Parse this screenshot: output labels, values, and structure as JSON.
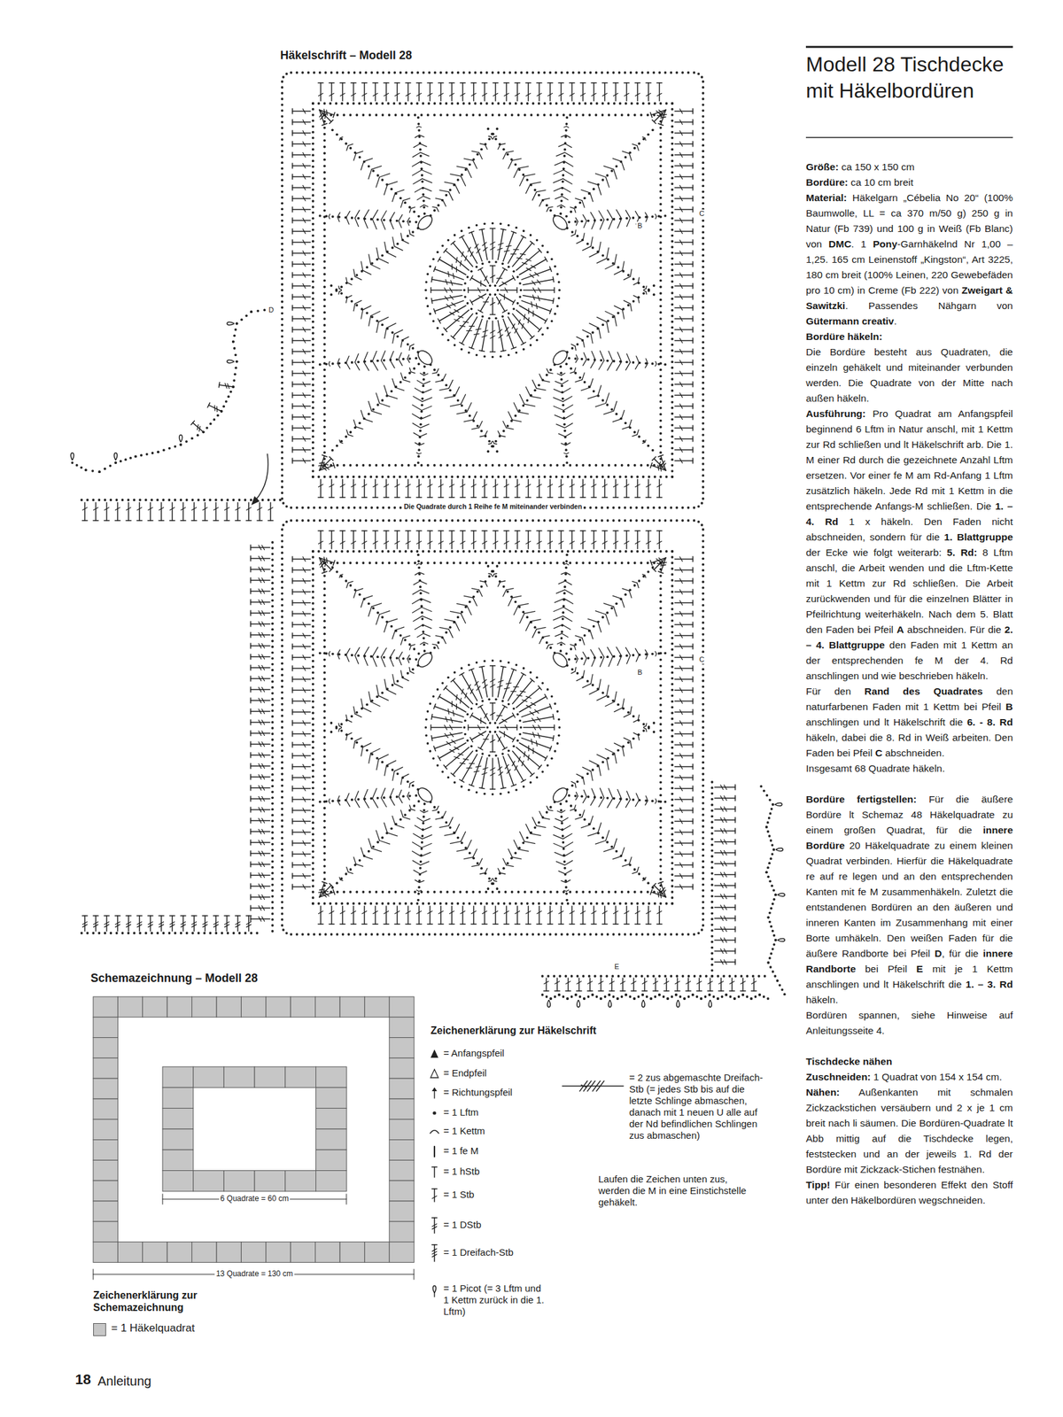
{
  "diagram": {
    "title": "Modell 28 Tischdecke mit Häkelbordüren",
    "labels": [
      "Häkelschrift – Modell 28",
      "Die Quadrate durch 1 Reihe fe M miteinander verbinden",
      "C",
      "B",
      "C",
      "B",
      "D",
      "E",
      "Schemazeichnung – Modell 28",
      "6 Quadrate = 60 cm",
      "13 Quadrate = 130 cm",
      "Zeichenerklärung zur Schemazeichnung",
      "Zeichenerklärung zur Häkelschrift",
      "Laufen die Zeichen unten zus, werden die M in eine Einstichstelle gehäkelt.",
      "18",
      "Anleitung",
      "Größe:",
      "ca 150 x 150 cm",
      "Bordüre:",
      "ca 10 cm breit",
      "Material:",
      "Häkelgarn „Cébelia No 20“ (100% Baumwolle, LL = ca 370 m/50 g) 250 g in Natur (Fb 739) und 100 g in Weiß (Fb Blanc) von",
      "DMC",
      ". 1",
      "Pony",
      "-Garnhäkelnd Nr 1,00 – 1,25. 165 cm Leinenstoff „Kingston“, Art 3225, 180 cm breit (100% Leinen, 220 Gewebefäden pro 10 cm) in Creme (Fb 222) von",
      "Zweigart & Sawitzki",
      ". Passendes Nähgarn von",
      "Gütermann creativ",
      ".",
      "Bordüre häkeln:",
      "Die Bordüre besteht aus Quadraten, die einzeln gehäkelt und miteinander verbunden werden. Die Quadrate von der Mitte nach außen häkeln.",
      "Ausführung:",
      "Pro Quadrat am Anfangspfeil beginnend 6 Lftm in Natur anschl, mit 1 Kettm zur Rd schließen und lt Häkelschrift arb. Die 1. M einer Rd durch die gezeichnete Anzahl Lftm ersetzen. Vor einer fe M am Rd-Anfang 1 Lftm zusätzlich häkeln. Jede Rd mit 1 Kettm in die entsprechende Anfangs-M schließen. Die",
      "1. – 4. Rd",
      "1 x häkeln. Den Faden nicht abschneiden, sondern für die",
      "1. Blattgruppe",
      "der Ecke wie folgt weiterarb:",
      "5. Rd:",
      "8 Lftm anschl, die Arbeit wenden und die Lftm-Kette mit 1 Kettm zur Rd schließen. Die Arbeit zurückwenden und für die einzelnen Blätter in Pfeilrichtung weiterhäkeln. Nach dem 5. Blatt den Faden bei Pfeil",
      "A",
      "abschneiden. Für die",
      "2. – 4. Blattgruppe",
      "den Faden mit 1 Kettm an der entsprechenden fe M der 4. Rd anschlingen und wie beschrieben häkeln.",
      "Für den",
      "Rand des Quadrates",
      "den naturfarbenen Faden mit 1 Kettm bei Pfeil",
      "B",
      "anschlingen und lt Häkelschrift die",
      "6. - 8. Rd",
      "häkeln, dabei die 8. Rd in Weiß arbeiten. Den Faden bei Pfeil",
      "C",
      "abschneiden.",
      "Insgesamt 68 Quadrate häkeln.",
      "Bordüre fertigstellen:",
      "Für die äußere Bordüre lt Schemaz 48 Häkelquadrate zu einem großen Quadrat, für die",
      "innere Bordüre",
      "20 Häkelquadrate zu einem kleinen Quadrat verbinden. Hierfür die Häkelquadrate re auf re legen und an den entsprechenden Kanten mit fe M zusammenhäkeln. Zuletzt die entstandenen Bordüren an den äußeren und inneren Kanten im Zusammenhang mit einer Borte umhäkeln. Den weißen Faden für die äußere Randborte bei Pfeil",
      "D",
      ", für die",
      "innere Randborte",
      "bei Pfeil",
      "E",
      "mit je 1 Kettm anschlingen und lt Häkelschrift die",
      "1. – 3. Rd",
      "häkeln.",
      "Bordüren spannen, siehe Hinweise auf Anleitungsseite 4.",
      "Tischdecke nähen",
      "Zuschneiden:",
      "1 Quadrat von 154 x 154 cm.",
      "Nähen:",
      "Außenkanten mit schmalen Zickzackstichen versäubern und 2 x je 1 cm breit nach li säumen. Die Bordüren-Quadrate lt Abb mittig auf die Tischdecke legen, feststecken und an der jeweils 1. Rd der Bordüre mit Zickzack-Stichen festnähen.",
      "Tipp!",
      "Für einen besonderen Effekt den Stoff unter den Häkelbordüren wegschneiden."
    ],
    "legend": [
      {
        "text": "= 1 Häkelquadrat",
        "color": "#c6c6c6"
      },
      {
        "text": "= Anfangspfeil"
      },
      {
        "text": "= Endpfeil"
      },
      {
        "text": "= Richtungspfeil"
      },
      {
        "text": "= 1 Lftm"
      },
      {
        "text": "= 1 Kettm"
      },
      {
        "text": "= 1 fe M"
      },
      {
        "text": "= 1 hStb"
      },
      {
        "text": "= 1 Stb"
      },
      {
        "text": "= 1 DStb"
      },
      {
        "text": "= 1 Dreifach-Stb"
      },
      {
        "text": "= 1 Picot (= 3 Lftm und 1 Kettm zurück in die 1. Lftm)"
      },
      {
        "text": "= 2 zus abgemaschte Dreifach-Stb (= jedes Stb bis auf die letzte Schlinge abmaschen, danach mit 1 neuen U alle auf der Nd befindlichen Schlingen zus abmaschen)"
      }
    ]
  }
}
